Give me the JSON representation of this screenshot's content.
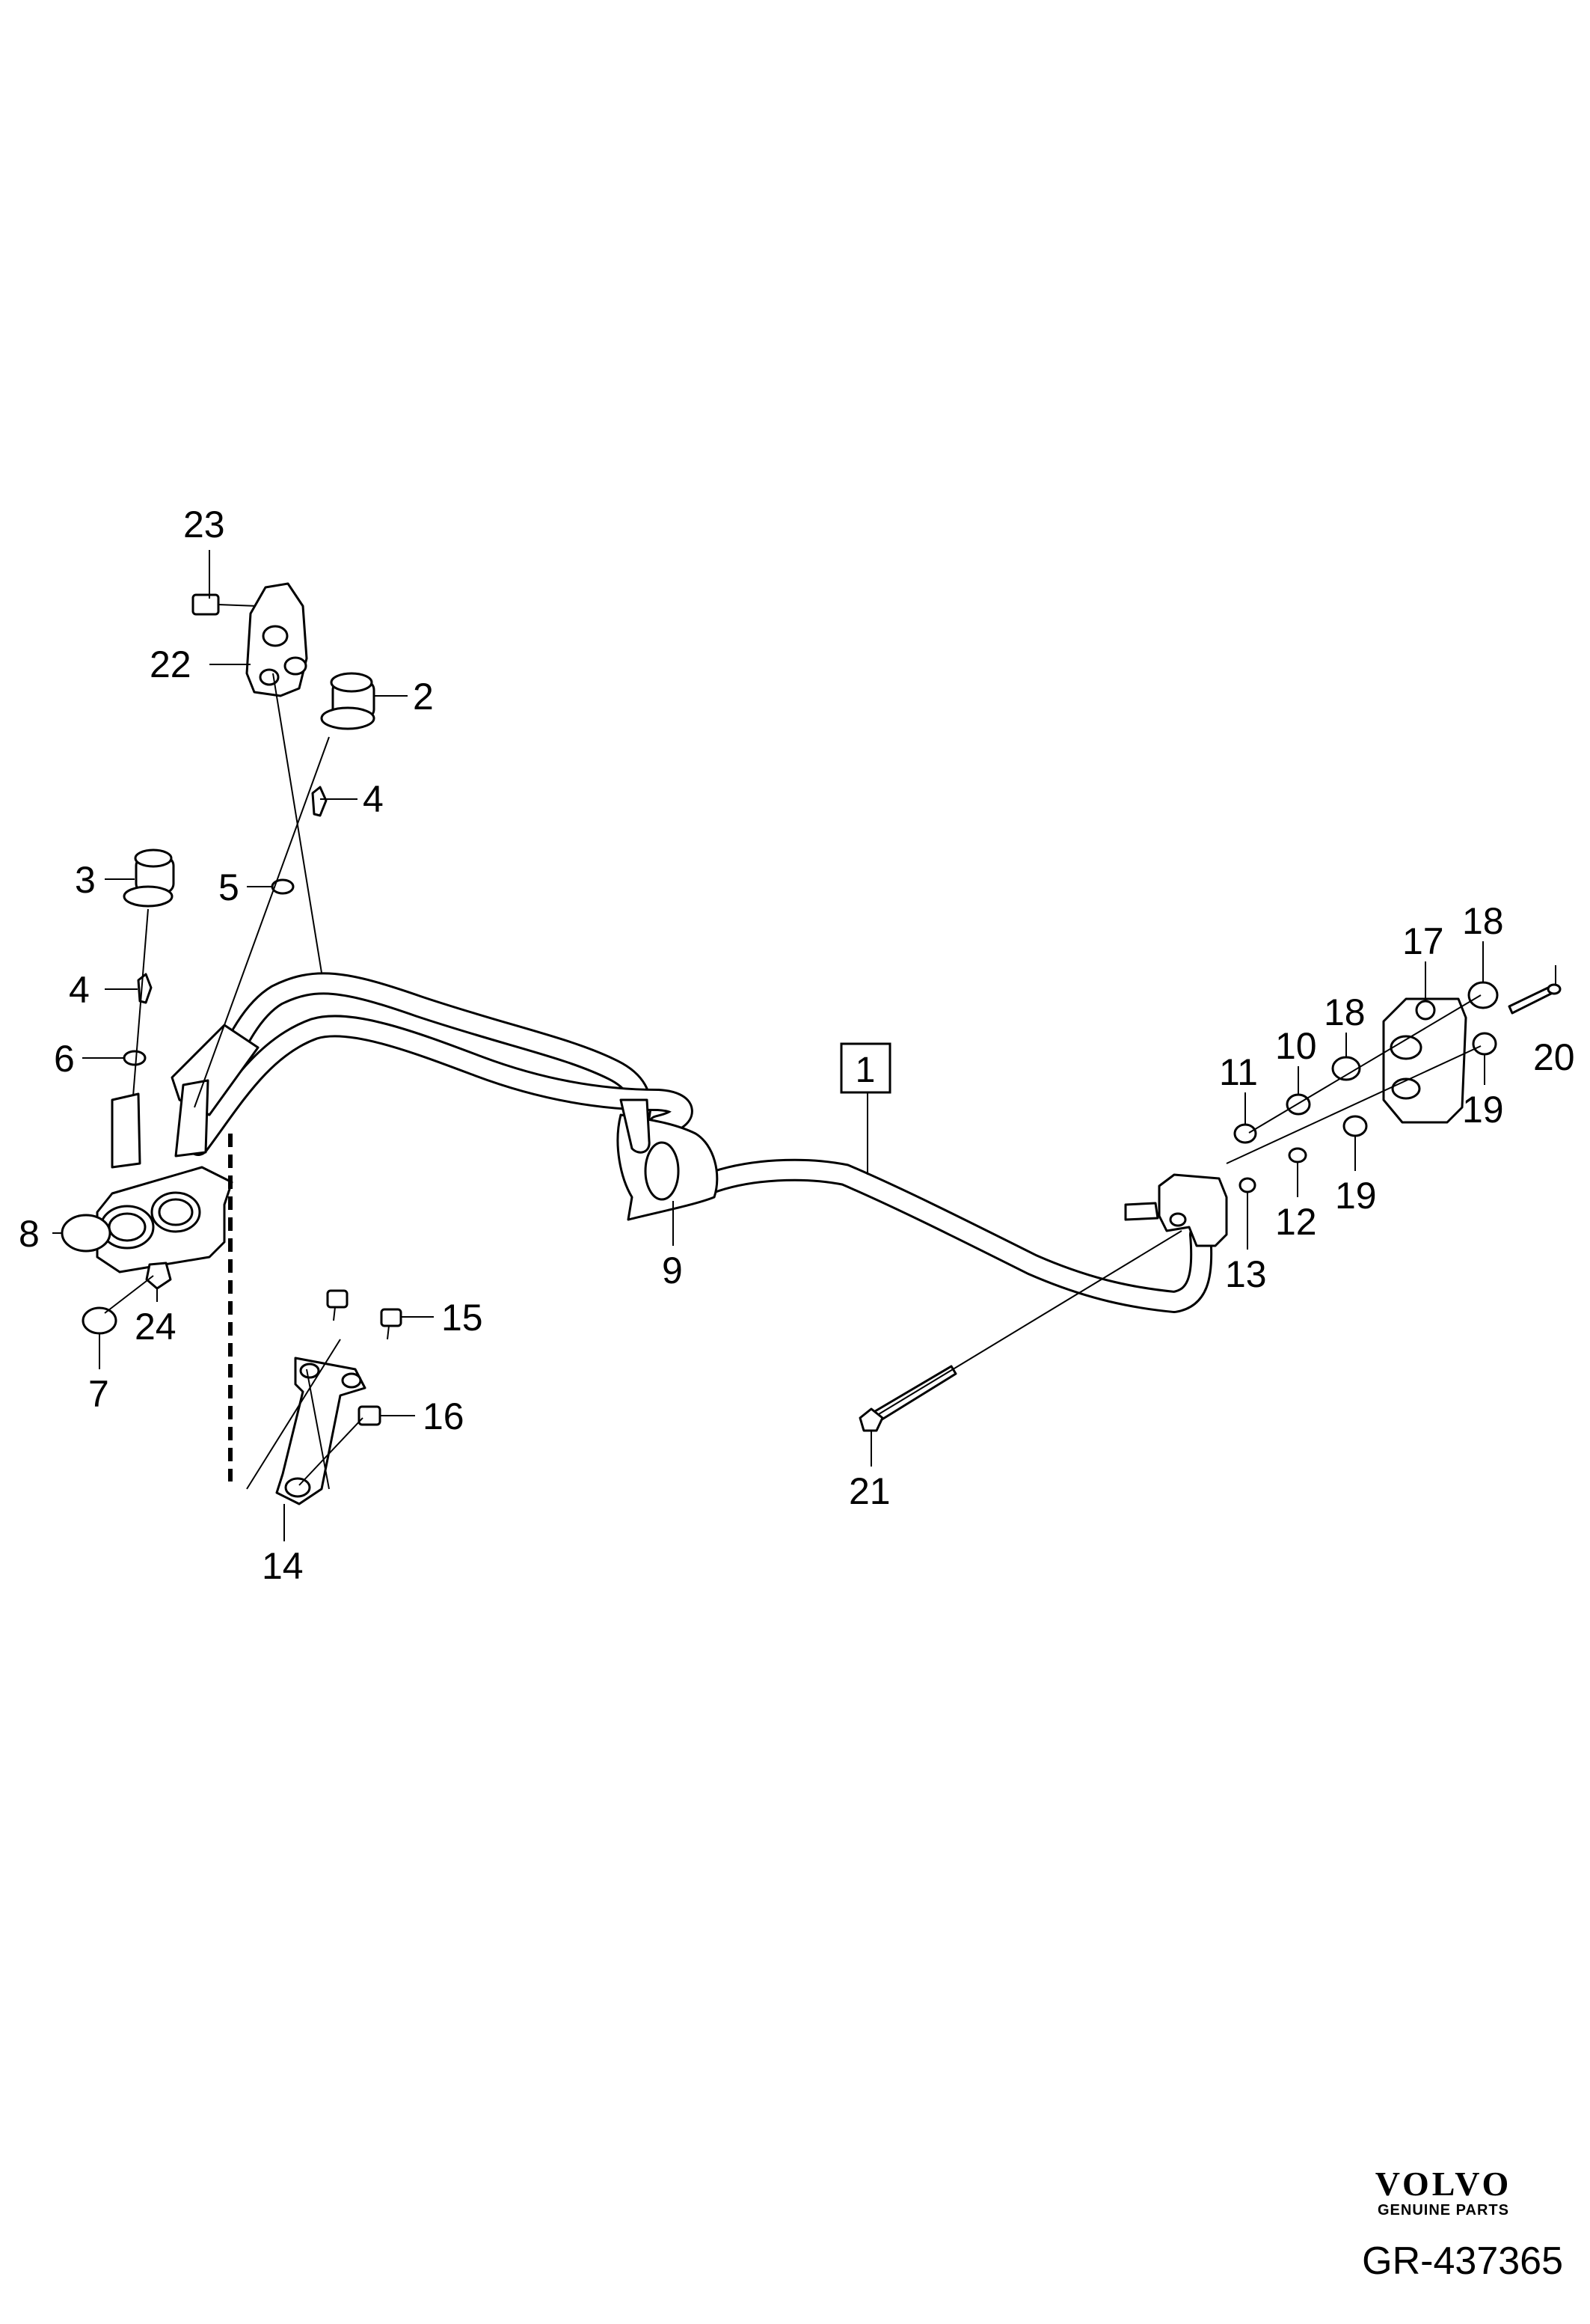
{
  "diagram": {
    "group_label": "1",
    "callouts": [
      {
        "id": "c23",
        "text": "23"
      },
      {
        "id": "c22",
        "text": "22"
      },
      {
        "id": "c2",
        "text": "2"
      },
      {
        "id": "c4a",
        "text": "4"
      },
      {
        "id": "c3",
        "text": "3"
      },
      {
        "id": "c5",
        "text": "5"
      },
      {
        "id": "c4b",
        "text": "4"
      },
      {
        "id": "c6",
        "text": "6"
      },
      {
        "id": "c8",
        "text": "8"
      },
      {
        "id": "c24",
        "text": "24"
      },
      {
        "id": "c7",
        "text": "7"
      },
      {
        "id": "c9",
        "text": "9"
      },
      {
        "id": "c15",
        "text": "15"
      },
      {
        "id": "c16",
        "text": "16"
      },
      {
        "id": "c14",
        "text": "14"
      },
      {
        "id": "c21",
        "text": "21"
      },
      {
        "id": "c11",
        "text": "11"
      },
      {
        "id": "c10",
        "text": "10"
      },
      {
        "id": "c18a",
        "text": "18"
      },
      {
        "id": "c17",
        "text": "17"
      },
      {
        "id": "c18b",
        "text": "18"
      },
      {
        "id": "c20",
        "text": "20"
      },
      {
        "id": "c19a",
        "text": "19"
      },
      {
        "id": "c19b",
        "text": "19"
      },
      {
        "id": "c12",
        "text": "12"
      },
      {
        "id": "c13",
        "text": "13"
      }
    ]
  },
  "branding": {
    "logo_text": "VOLVO",
    "logo_subtext": "GENUINE PARTS",
    "reference": "GR-437365"
  }
}
